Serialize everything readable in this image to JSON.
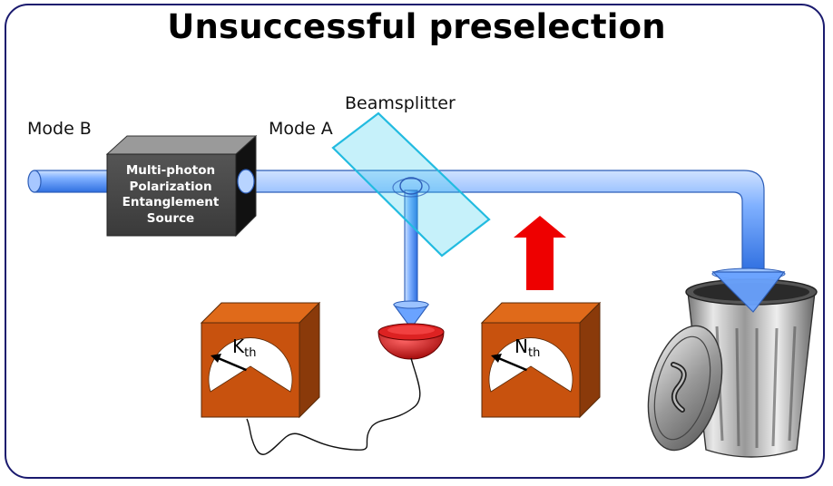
{
  "title": "Unsuccessful preselection",
  "labels": {
    "mode_b": "Mode B",
    "mode_a": "Mode A",
    "beamsplitter": "Beamsplitter"
  },
  "source": {
    "line1": "Multi-photon",
    "line2": "Polarization",
    "line3": "Entanglement",
    "line4": "Source"
  },
  "meters": {
    "k": {
      "main": "K",
      "sub": "th"
    },
    "n": {
      "main": "N",
      "sub": "th"
    }
  },
  "colors": {
    "beam": "#4a8df0",
    "beamsplitter": "#33ccee",
    "detector": "#cc1111",
    "meter_box": "#c8520e",
    "arrow": "#ee0000",
    "frame": "#1a1a6e"
  },
  "icons": [
    "trash-can-icon",
    "detector-icon",
    "up-arrow-icon"
  ]
}
